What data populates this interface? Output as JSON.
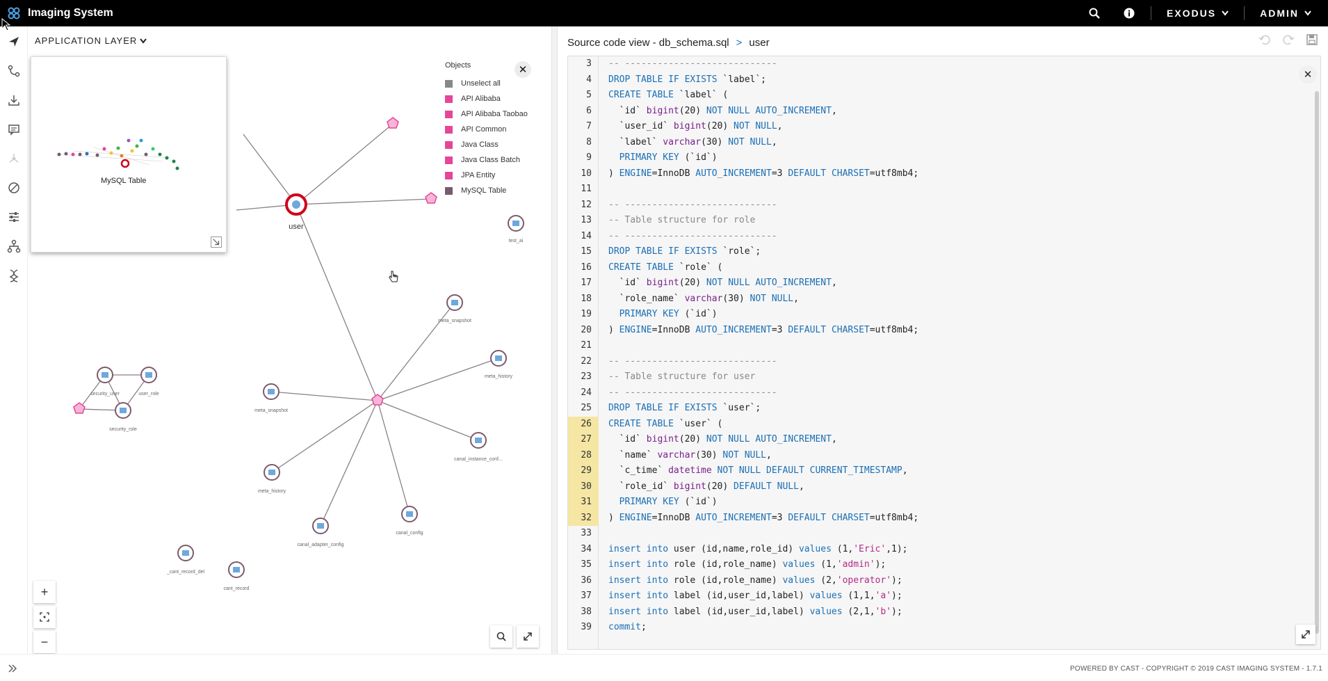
{
  "app": {
    "title": "Imaging System"
  },
  "topbar": {
    "app_menu": "EXODUS",
    "user_menu": "ADMIN"
  },
  "graph": {
    "layer_label": "APPLICATION LAYER",
    "minimap_label": "MySQL Table",
    "center_node_label": "user",
    "node_labels": {
      "test_ai": "test_ai",
      "meta_snapshot_r": "meta_snapshot",
      "meta_history_r": "meta_history",
      "meta_snapshot_l": "meta_snapshot",
      "canal_instance": "canal_instance_conf...",
      "meta_history_l": "meta_history",
      "canal_config": "canal_config",
      "canal_adapter": "canal_adapter_config",
      "cant_record_del": "_cant_record_del",
      "cant_record": "cant_record",
      "security_user": "security_user",
      "user_role": "user_role",
      "security_role": "security_role"
    }
  },
  "objects_legend": {
    "title": "Objects",
    "items": [
      {
        "label": "Unselect all",
        "color": "#888888"
      },
      {
        "label": "API Alibaba",
        "color": "#e6459a"
      },
      {
        "label": "API Alibaba Taobao",
        "color": "#e6459a"
      },
      {
        "label": "API Common",
        "color": "#e6459a"
      },
      {
        "label": "Java Class",
        "color": "#e6459a"
      },
      {
        "label": "Java Class Batch",
        "color": "#e6459a"
      },
      {
        "label": "JPA Entity",
        "color": "#e6459a"
      },
      {
        "label": "MySQL Table",
        "color": "#7a5a6e"
      }
    ]
  },
  "source": {
    "title": "Source code view - db_schema.sql",
    "crumb_sep": ">",
    "crumb": "user",
    "lines": [
      {
        "n": "3",
        "t": "-- ----------------------------",
        "hl": false
      },
      {
        "n": "4",
        "t": "DROP TABLE IF EXISTS `label`;",
        "hl": false
      },
      {
        "n": "5",
        "t": "CREATE TABLE `label` (",
        "hl": false
      },
      {
        "n": "6",
        "t": "  `id` bigint(20) NOT NULL AUTO_INCREMENT,",
        "hl": false
      },
      {
        "n": "7",
        "t": "  `user_id` bigint(20) NOT NULL,",
        "hl": false
      },
      {
        "n": "8",
        "t": "  `label` varchar(30) NOT NULL,",
        "hl": false
      },
      {
        "n": "9",
        "t": "  PRIMARY KEY (`id`)",
        "hl": false
      },
      {
        "n": "10",
        "t": ") ENGINE=InnoDB AUTO_INCREMENT=3 DEFAULT CHARSET=utf8mb4;",
        "hl": false
      },
      {
        "n": "11",
        "t": "",
        "hl": false
      },
      {
        "n": "12",
        "t": "-- ----------------------------",
        "hl": false
      },
      {
        "n": "13",
        "t": "-- Table structure for role",
        "hl": false
      },
      {
        "n": "14",
        "t": "-- ----------------------------",
        "hl": false
      },
      {
        "n": "15",
        "t": "DROP TABLE IF EXISTS `role`;",
        "hl": false
      },
      {
        "n": "16",
        "t": "CREATE TABLE `role` (",
        "hl": false
      },
      {
        "n": "17",
        "t": "  `id` bigint(20) NOT NULL AUTO_INCREMENT,",
        "hl": false
      },
      {
        "n": "18",
        "t": "  `role_name` varchar(30) NOT NULL,",
        "hl": false
      },
      {
        "n": "19",
        "t": "  PRIMARY KEY (`id`)",
        "hl": false
      },
      {
        "n": "20",
        "t": ") ENGINE=InnoDB AUTO_INCREMENT=3 DEFAULT CHARSET=utf8mb4;",
        "hl": false
      },
      {
        "n": "21",
        "t": "",
        "hl": false
      },
      {
        "n": "22",
        "t": "-- ----------------------------",
        "hl": false
      },
      {
        "n": "23",
        "t": "-- Table structure for user",
        "hl": false
      },
      {
        "n": "24",
        "t": "-- ----------------------------",
        "hl": false
      },
      {
        "n": "25",
        "t": "DROP TABLE IF EXISTS `user`;",
        "hl": false
      },
      {
        "n": "26",
        "t": "CREATE TABLE `user` (",
        "hl": true
      },
      {
        "n": "27",
        "t": "  `id` bigint(20) NOT NULL AUTO_INCREMENT,",
        "hl": true
      },
      {
        "n": "28",
        "t": "  `name` varchar(30) NOT NULL,",
        "hl": true
      },
      {
        "n": "29",
        "t": "  `c_time` datetime NOT NULL DEFAULT CURRENT_TIMESTAMP,",
        "hl": true
      },
      {
        "n": "30",
        "t": "  `role_id` bigint(20) DEFAULT NULL,",
        "hl": true
      },
      {
        "n": "31",
        "t": "  PRIMARY KEY (`id`)",
        "hl": true
      },
      {
        "n": "32",
        "t": ") ENGINE=InnoDB AUTO_INCREMENT=3 DEFAULT CHARSET=utf8mb4;",
        "hl": true
      },
      {
        "n": "33",
        "t": "",
        "hl": false
      },
      {
        "n": "34",
        "t": "insert into user (id,name,role_id) values (1,'Eric',1);",
        "hl": false
      },
      {
        "n": "35",
        "t": "insert into role (id,role_name) values (1,'admin');",
        "hl": false
      },
      {
        "n": "36",
        "t": "insert into role (id,role_name) values (2,'operator');",
        "hl": false
      },
      {
        "n": "37",
        "t": "insert into label (id,user_id,label) values (1,1,'a');",
        "hl": false
      },
      {
        "n": "38",
        "t": "insert into label (id,user_id,label) values (2,1,'b');",
        "hl": false
      },
      {
        "n": "39",
        "t": "commit;",
        "hl": false
      }
    ]
  },
  "footer": {
    "text": "POWERED BY CAST - COPYRIGHT © 2019 CAST IMAGING SYSTEM - 1.7.1"
  },
  "colors": {
    "accent": "#1a6fb5",
    "highlight": "#f5e6a3",
    "node_red": "#d0021b",
    "node_border": "#7a5a6e",
    "pink": "#e6459a"
  }
}
